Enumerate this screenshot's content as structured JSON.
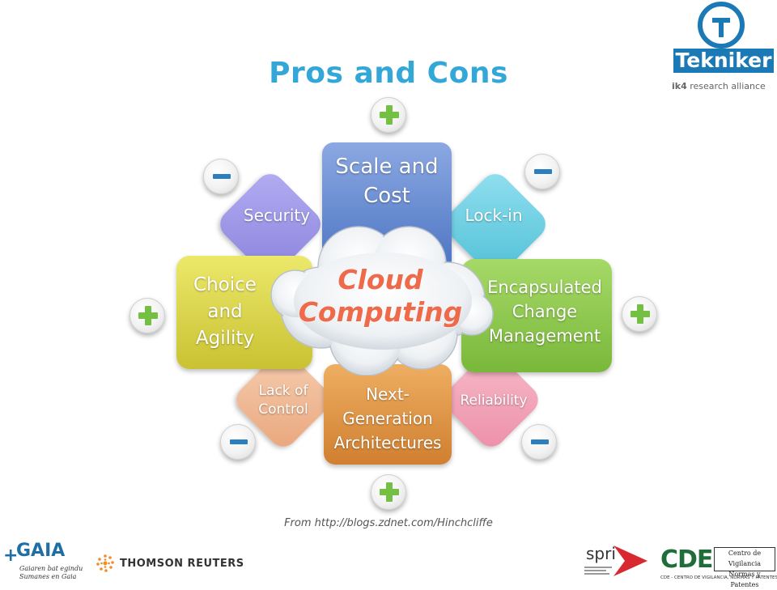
{
  "title": "Pros and Cons",
  "logo": {
    "name": "Tekniker",
    "tagline_prefix": "ik4",
    "tagline": "research alliance"
  },
  "center": {
    "line1": "Cloud",
    "line2": "Computing"
  },
  "tiles": {
    "scale_cost": {
      "line1": "Scale and",
      "line2": "Cost",
      "sign": "plus"
    },
    "security": {
      "label": "Security",
      "sign": "minus"
    },
    "lock_in": {
      "label": "Lock-in",
      "sign": "minus"
    },
    "choice_agility": {
      "line1": "Choice",
      "line2": "and",
      "line3": "Agility",
      "sign": "plus"
    },
    "encapsulated": {
      "line1": "Encapsulated",
      "line2": "Change",
      "line3": "Management",
      "sign": "plus"
    },
    "lack_control": {
      "line1": "Lack of",
      "line2": "Control",
      "sign": "minus"
    },
    "next_gen": {
      "line1": "Next-",
      "line2": "Generation",
      "line3": "Architectures",
      "sign": "plus"
    },
    "reliability": {
      "label": "Reliability",
      "sign": "minus"
    }
  },
  "colors": {
    "scale_cost": "#5f86cf",
    "security": "#9a93e6",
    "lock_in": "#6fd1e3",
    "choice_agility": "#d4cf43",
    "encapsulated": "#8fc94d",
    "lack_control": "#f0b792",
    "next_gen": "#e29445",
    "reliability": "#f2a5b7",
    "plus": "#74c043",
    "minus": "#2b7fbf",
    "title": "#33a7d8",
    "cloud_text": "#ee6a4a"
  },
  "credit": "From http://blogs.zdnet.com/Hinchcliffe",
  "footer_logos": {
    "gaia": {
      "name": "GAIA",
      "tagline_line1": "Gaiaren bat egindu",
      "tagline_line2": "Sumanes en Gaia"
    },
    "thomson": {
      "name": "THOMSON REUTERS"
    },
    "spri": {
      "name": "spri"
    },
    "cde": {
      "name": "CDE",
      "box_line1": "Centro de Vigilancia",
      "box_line2": "Normas y Patentes",
      "footer": "CDE - CENTRO DE VIGILANCIA, NORMAS Y PATENTES, S.L.L."
    }
  }
}
